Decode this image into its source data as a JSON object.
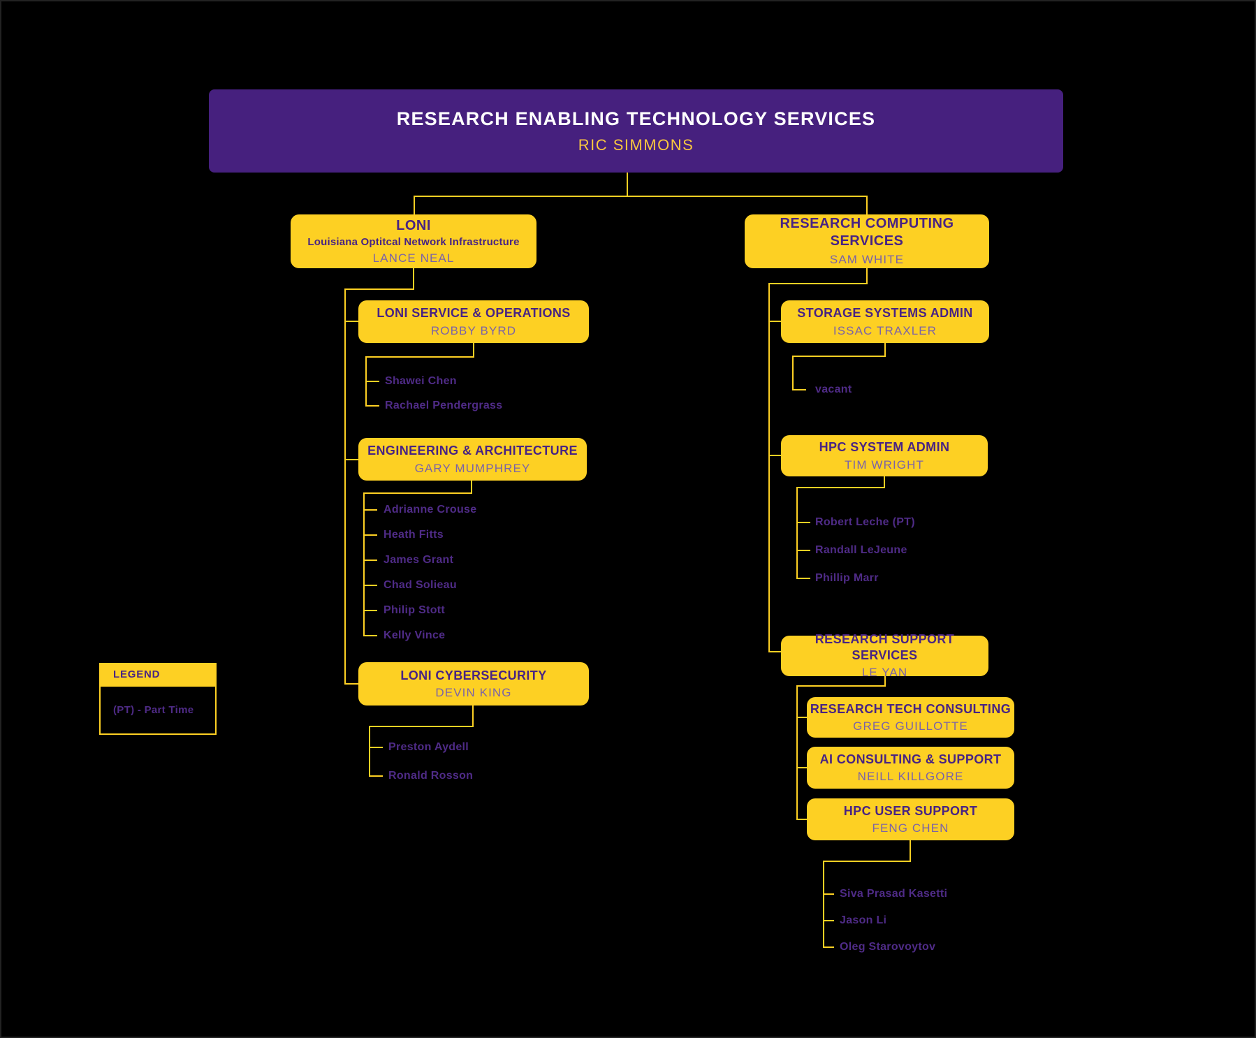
{
  "colors": {
    "background": "#000000",
    "gold": "#FDD023",
    "purple": "#46207E",
    "box_title_purple": "#482383",
    "manager_purple": "#7B63A8",
    "member_purple": "#4F2B87",
    "root_manager_gold": "#F9C73F"
  },
  "root": {
    "title": "RESEARCH ENABLING TECHNOLOGY SERVICES",
    "manager": "RIC SIMMONS"
  },
  "legend": {
    "title": "LEGEND",
    "entry": "(PT) - Part Time"
  },
  "left_branch": {
    "dept": {
      "title": "LONI",
      "subtitle": "Louisiana Optitcal Network Infrastructure",
      "manager": "LANCE NEAL"
    },
    "teams": [
      {
        "title": "LONI SERVICE & OPERATIONS",
        "manager": "ROBBY BYRD",
        "members": [
          "Shawei Chen",
          "Rachael Pendergrass"
        ]
      },
      {
        "title": "ENGINEERING & ARCHITECTURE",
        "manager": "GARY MUMPHREY",
        "members": [
          "Adrianne Crouse",
          "Heath Fitts",
          "James Grant",
          "Chad Solieau",
          "Philip Stott",
          "Kelly Vince"
        ]
      },
      {
        "title": "LONI CYBERSECURITY",
        "manager": "DEVIN KING",
        "members": [
          "Preston Aydell",
          "Ronald Rosson"
        ]
      }
    ]
  },
  "right_branch": {
    "dept": {
      "title": "RESEARCH COMPUTING SERVICES",
      "manager": "SAM WHITE"
    },
    "teams": [
      {
        "title": "STORAGE SYSTEMS ADMIN",
        "manager": "ISSAC TRAXLER",
        "members": [
          "vacant"
        ]
      },
      {
        "title": "HPC SYSTEM ADMIN",
        "manager": "TIM WRIGHT",
        "members": [
          "Robert Leche (PT)",
          "Randall LeJeune",
          "Phillip Marr"
        ]
      },
      {
        "title": "RESEARCH SUPPORT SERVICES",
        "manager": "LE YAN"
      }
    ],
    "subteams": [
      {
        "title": "RESEARCH TECH CONSULTING",
        "manager": "GREG GUILLOTTE"
      },
      {
        "title": "AI CONSULTING & SUPPORT",
        "manager": "NEILL KILLGORE"
      },
      {
        "title": "HPC USER SUPPORT",
        "manager": "FENG CHEN",
        "members": [
          "Siva Prasad Kasetti",
          "Jason Li",
          "Oleg Starovoytov"
        ]
      }
    ]
  }
}
